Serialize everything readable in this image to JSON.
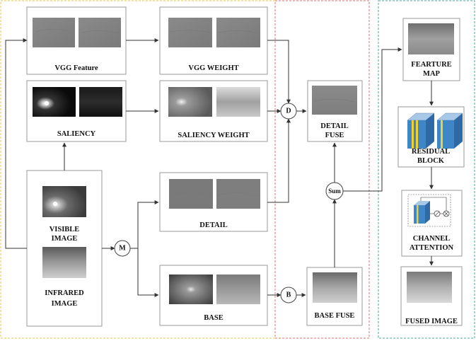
{
  "colors": {
    "region_left": "#e8c84a",
    "region_middle": "#e07070",
    "region_right": "#4aa89a",
    "block_blue": "#3f86c6",
    "block_yellow": "#f0d030",
    "block_light": "#a8c8e8"
  },
  "labels": {
    "vgg_feature": "VGG Feature",
    "vgg_weight": "VGG WEIGHT",
    "saliency": "SALIENCY",
    "saliency_weight": "SALIENCY WEIGHT",
    "visible_image_1": "VISIBLE",
    "visible_image_2": "IMAGE",
    "infrared_image_1": "INFRARED",
    "infrared_image_2": "IMAGE",
    "detail": "DETAIL",
    "base": "BASE",
    "detail_fuse_1": "DETAIL",
    "detail_fuse_2": "FUSE",
    "base_fuse": "BASE FUSE",
    "feature_map_1": "FEARTURE",
    "feature_map_2": "MAP",
    "residual_block_1": "RESIDUAL",
    "residual_block_2": "BLOCK",
    "channel_attention_1": "CHANNEL",
    "channel_attention_2": "ATTENTION",
    "fused_image": "FUSED IMAGE"
  },
  "nodes": {
    "m": "M",
    "d": "D",
    "b": "B",
    "sum": "Sum"
  }
}
